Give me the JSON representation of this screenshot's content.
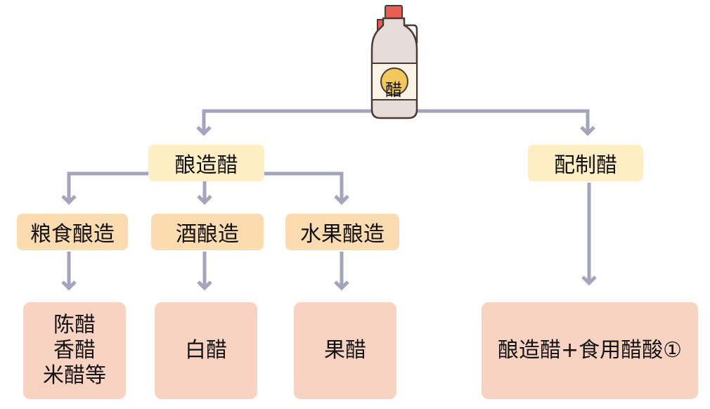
{
  "colors": {
    "category_fill": "#fdeec3",
    "subcategory_fill": "#fbdcb0",
    "leaf_fill": "#f9d3c2",
    "connector": "#a6a3bd",
    "bottle_body": "#e6ddd8",
    "bottle_cap": "#e95d55",
    "bottle_label_circle": "#f2c85a"
  },
  "root": {
    "icon": "vinegar-bottle-icon",
    "label": "醋"
  },
  "brewed": {
    "label": "酿造醋",
    "subcategories": [
      {
        "label": "粮食酿造",
        "result_lines": [
          "陈醋",
          "香醋",
          "米醋等"
        ]
      },
      {
        "label": "酒酿造",
        "result_lines": [
          "白醋"
        ]
      },
      {
        "label": "水果酿造",
        "result_lines": [
          "果醋"
        ]
      }
    ]
  },
  "blended": {
    "label": "配制醋",
    "result": "酿造醋+食用醋酸①"
  }
}
